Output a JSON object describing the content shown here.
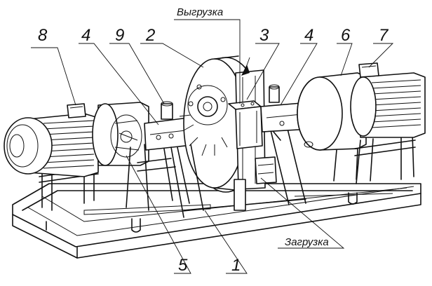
{
  "labels": {
    "l1": "1",
    "l2": "2",
    "l3": "3",
    "l4a": "4",
    "l4b": "4",
    "l5": "5",
    "l6": "6",
    "l7": "7",
    "l8": "8",
    "l9": "9",
    "unload": "Выгрузка",
    "load": "Загрузка"
  }
}
